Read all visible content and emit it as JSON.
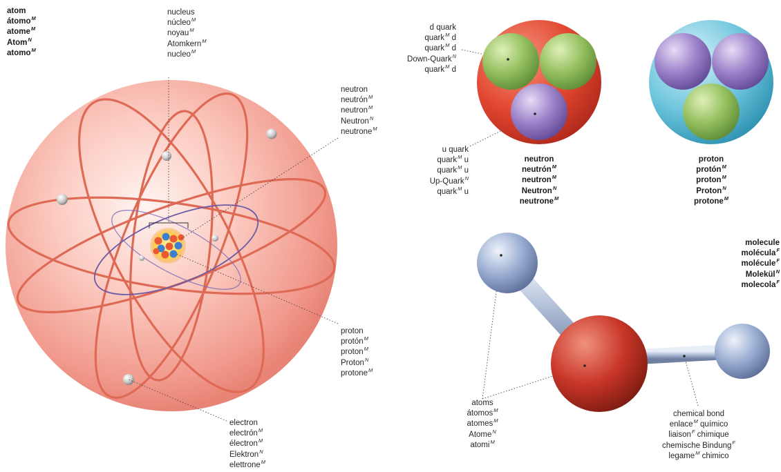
{
  "labels": {
    "atom": {
      "lines": [
        [
          "atom",
          ""
        ],
        [
          "átomo",
          "M"
        ],
        [
          "atome",
          "M"
        ],
        [
          "Atom",
          "N"
        ],
        [
          "atomo",
          "M"
        ]
      ]
    },
    "nucleus": {
      "lines": [
        [
          "nucleus",
          ""
        ],
        [
          "núcleo",
          "M"
        ],
        [
          "noyau",
          "M"
        ],
        [
          "Atomkern",
          "M"
        ],
        [
          "nucleo",
          "M"
        ]
      ]
    },
    "neutron_atom": {
      "lines": [
        [
          "neutron",
          ""
        ],
        [
          "neutrón",
          "M"
        ],
        [
          "neutron",
          "M"
        ],
        [
          "Neutron",
          "N"
        ],
        [
          "neutrone",
          "M"
        ]
      ]
    },
    "proton_atom": {
      "lines": [
        [
          "proton",
          ""
        ],
        [
          "protón",
          "M"
        ],
        [
          "proton",
          "M"
        ],
        [
          "Proton",
          "N"
        ],
        [
          "protone",
          "M"
        ]
      ]
    },
    "electron": {
      "lines": [
        [
          "electron",
          ""
        ],
        [
          "electrón",
          "M"
        ],
        [
          "électron",
          "M"
        ],
        [
          "Elektron",
          "N"
        ],
        [
          "elettrone",
          "M"
        ]
      ]
    },
    "d_quark": {
      "lines": [
        [
          "d quark",
          ""
        ],
        [
          "quark",
          "M",
          " d"
        ],
        [
          "quark",
          "M",
          " d"
        ],
        [
          "Down-Quark",
          "N"
        ],
        [
          "quark",
          "M",
          " d"
        ]
      ]
    },
    "u_quark": {
      "lines": [
        [
          "u quark",
          ""
        ],
        [
          "quark",
          "M",
          " u"
        ],
        [
          "quark",
          "M",
          " u"
        ],
        [
          "Up-Quark",
          "N"
        ],
        [
          "quark",
          "M",
          " u"
        ]
      ]
    },
    "neutron": {
      "lines": [
        [
          "neutron",
          ""
        ],
        [
          "neutrón",
          "M"
        ],
        [
          "neutron",
          "M"
        ],
        [
          "Neutron",
          "N"
        ],
        [
          "neutrone",
          "M"
        ]
      ]
    },
    "proton": {
      "lines": [
        [
          "proton",
          ""
        ],
        [
          "protón",
          "M"
        ],
        [
          "proton",
          "M"
        ],
        [
          "Proton",
          "N"
        ],
        [
          "protone",
          "M"
        ]
      ]
    },
    "molecule": {
      "lines": [
        [
          "molecule",
          ""
        ],
        [
          "molécula",
          "F"
        ],
        [
          "molécule",
          "F"
        ],
        [
          "Molekül",
          "N"
        ],
        [
          "molecola",
          "F"
        ]
      ]
    },
    "atoms": {
      "lines": [
        [
          "atoms",
          ""
        ],
        [
          "átomos",
          "M"
        ],
        [
          "atomes",
          "M"
        ],
        [
          "Atome",
          "N"
        ],
        [
          "atomi",
          "M"
        ]
      ]
    },
    "chemical_bond": {
      "lines": [
        [
          "chemical bond",
          ""
        ],
        [
          "enlace",
          "M",
          " químico"
        ],
        [
          "liaison",
          "F",
          " chimique"
        ],
        [
          "chemische Bindung",
          "F"
        ],
        [
          "legame",
          "M",
          " chimico"
        ]
      ]
    }
  },
  "colors": {
    "atom_sphere": "#f4a49a",
    "orbit": "#e0705c",
    "neutron_shell": "#e2533c",
    "proton_shell": "#4fb8d4",
    "d_quark": "#8cba5c",
    "u_quark": "#9b7fc8",
    "mol_center": "#c8342a",
    "mol_side": "#8ea4c8"
  }
}
